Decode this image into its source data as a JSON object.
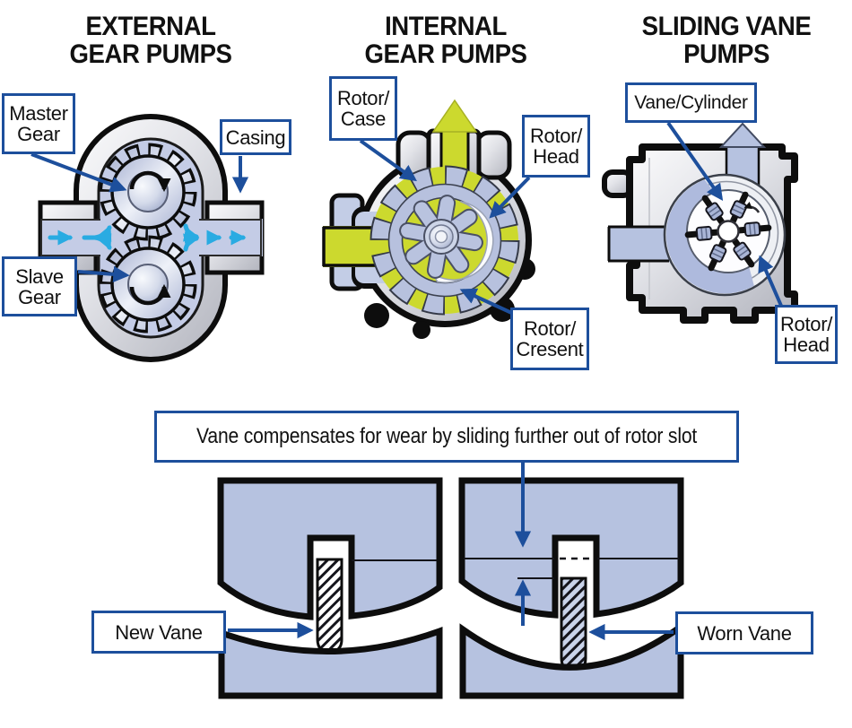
{
  "titles": {
    "external": "EXTERNAL\nGEAR PUMPS",
    "internal": "INTERNAL\nGEAR PUMPS",
    "sliding": "SLIDING VANE\nPUMPS"
  },
  "labels": {
    "master_gear": "Master\nGear",
    "casing": "Casing",
    "slave_gear": "Slave\nGear",
    "rotor_case": "Rotor/\nCase",
    "rotor_head_internal": "Rotor/\nHead",
    "rotor_cresent": "Rotor/\nCresent",
    "vane_cylinder": "Vane/Cylinder",
    "rotor_head_vane": "Rotor/\nHead",
    "new_vane": "New Vane",
    "worn_vane": "Worn Vane"
  },
  "wear_caption": "Vane compensates for wear by sliding further out of rotor slot",
  "colors": {
    "fluid_periwinkle": "#b6c2e0",
    "chamber_periwinkle": "#c4cce6",
    "fluid_chartreuse": "#ccd92e",
    "flow_cyan": "#29abe2",
    "callout_navy": "#1d4f9c",
    "outline_black": "#0d0d0d",
    "metal_gray": "#c9cbd3",
    "gear_blue": "#b7c1de"
  }
}
